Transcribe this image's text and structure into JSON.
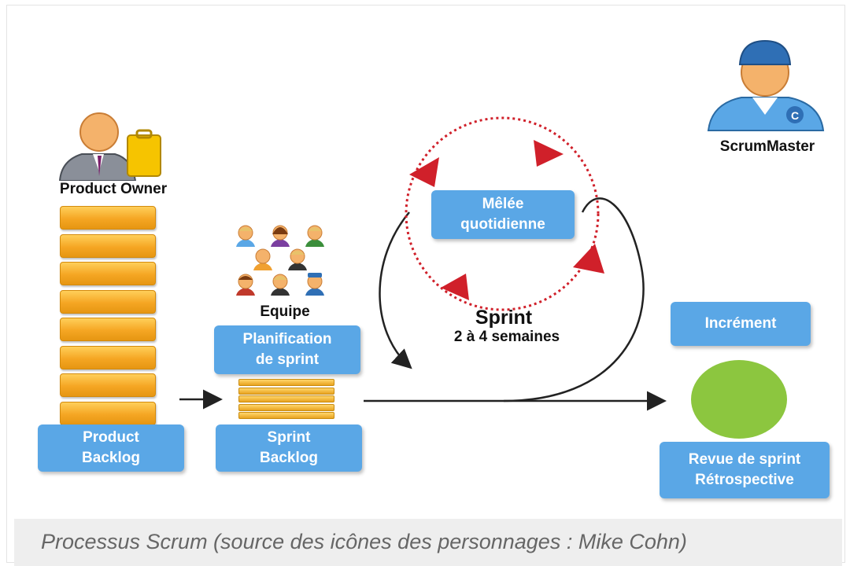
{
  "roles": {
    "product_owner": "Product Owner",
    "scrum_master": "ScrumMaster",
    "scrum_master_badge": "C",
    "team": "Equipe"
  },
  "boxes": {
    "product_backlog": [
      "Product",
      "Backlog"
    ],
    "sprint_planning": [
      "Planification",
      "de sprint"
    ],
    "sprint_backlog": [
      "Sprint",
      "Backlog"
    ],
    "daily_scrum": [
      "Mêlée",
      "quotidienne"
    ],
    "increment": "Incrément",
    "review": [
      "Revue de sprint",
      "Rétrospective"
    ]
  },
  "sprint": {
    "title": "Sprint",
    "duration": "2 à 4 semaines"
  },
  "caption": "Processus Scrum (source des icônes des personnages : Mike Cohn)",
  "colors": {
    "box_blue": "#5aa7e6",
    "backlog_orange": "#f5a623",
    "cycle_red": "#d0202a",
    "increment_green": "#8cc63f"
  }
}
